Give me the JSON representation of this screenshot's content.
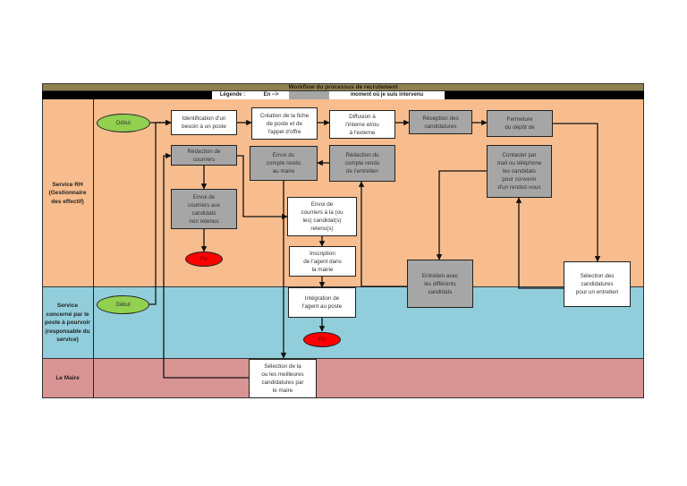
{
  "title": "Workflow du processus de recrutement",
  "legend": {
    "label": "Légende :",
    "arrow_text": "En -->",
    "swatch_color": "#a6a6a6",
    "description": "moment où je suis intervenu"
  },
  "colors": {
    "title_bar": "#8e8150",
    "lane_rh": "#f8bd8e",
    "lane_service": "#92cddc",
    "lane_maire": "#d99594",
    "intervened_box": "#a6a6a6",
    "start_node": "#92d050",
    "end_node": "#ff0000"
  },
  "lanes": [
    {
      "id": "rh",
      "label": "Service RH\n(Gestionnaire\ndes effectif)"
    },
    {
      "id": "service",
      "label": "Service\nconcerné par le\nposte à pourvoir\n(responsable du\nservice)"
    },
    {
      "id": "maire",
      "label": "Le Maire"
    }
  ],
  "nodes": {
    "debut_rh": {
      "label": "Début",
      "type": "start",
      "lane": "rh"
    },
    "identification": {
      "label": "Identification d'un\nbesoin à un poste",
      "type": "task",
      "intervened": false,
      "lane": "rh"
    },
    "creation_fiche": {
      "label": "Création de la fiche\nde poste et de\nl'appel d'offre",
      "type": "task",
      "intervened": false,
      "lane": "rh"
    },
    "diffusion": {
      "label": "Diffusion à\nl'interne et/ou\nà l'externe",
      "type": "task",
      "intervened": false,
      "lane": "rh"
    },
    "reception": {
      "label": "Réception des\ncandidatures",
      "type": "task",
      "intervened": true,
      "lane": "rh"
    },
    "fermeture": {
      "label": "Fermeture\ndu dépôt de",
      "type": "task",
      "intervened": true,
      "lane": "rh"
    },
    "redaction_courriers": {
      "label": "Rédaction de\ncourriers",
      "type": "task",
      "intervened": true,
      "lane": "rh"
    },
    "envoi_compte_rendu": {
      "label": "Envoi du\ncompte rendu\nau maire",
      "type": "task",
      "intervened": true,
      "lane": "rh"
    },
    "redaction_compte_rendu": {
      "label": "Rédaction du\ncompte rendu\nde l'entretien",
      "type": "task",
      "intervened": true,
      "lane": "rh"
    },
    "contacter": {
      "label": "Contacter par\nmail ou téléphone\nles candidats\npour convenir\nd'un rendez-vous",
      "type": "task",
      "intervened": true,
      "lane": "rh"
    },
    "envoi_non_retenus": {
      "label": "Envoi de\ncourriers aux\ncandidats\nnon retenus",
      "type": "task",
      "intervened": true,
      "lane": "rh"
    },
    "fin_rh": {
      "label": "Fin",
      "type": "end",
      "lane": "rh"
    },
    "envoi_retenus": {
      "label": "Envoi de\ncourriers à la (ou\nles) candidat(s)\nretenu(s)",
      "type": "task",
      "intervened": false,
      "lane": "rh"
    },
    "inscription": {
      "label": "Inscription\nde l'agent dans\nla mairie",
      "type": "task",
      "intervened": false,
      "lane": "rh"
    },
    "entretien": {
      "label": "Entretien avec\nles différents\ncandidats",
      "type": "task",
      "intervened": true,
      "lane": "rh"
    },
    "selection_entretien": {
      "label": "Sélection des\ncandidatures\npour un entretien",
      "type": "task",
      "intervened": false,
      "lane": "rh"
    },
    "debut_service": {
      "label": "Début",
      "type": "start",
      "lane": "service"
    },
    "integration": {
      "label": "Intégration de\nl'agent au poste",
      "type": "task",
      "intervened": false,
      "lane": "service"
    },
    "fin_service": {
      "label": "Fin",
      "type": "end",
      "lane": "service"
    },
    "selection_maire": {
      "label": "Sélection de la\nou les meilleures\ncandidatures par\nle maire",
      "type": "task",
      "intervened": false,
      "lane": "maire"
    }
  },
  "edges": [
    [
      "debut_rh",
      "identification"
    ],
    [
      "debut_service",
      "identification"
    ],
    [
      "identification",
      "creation_fiche"
    ],
    [
      "creation_fiche",
      "diffusion"
    ],
    [
      "diffusion",
      "reception"
    ],
    [
      "reception",
      "fermeture"
    ],
    [
      "fermeture",
      "selection_entretien"
    ],
    [
      "selection_entretien",
      "contacter"
    ],
    [
      "contacter",
      "entretien"
    ],
    [
      "entretien",
      "redaction_compte_rendu"
    ],
    [
      "redaction_compte_rendu",
      "envoi_compte_rendu"
    ],
    [
      "envoi_compte_rendu",
      "selection_maire"
    ],
    [
      "selection_maire",
      "redaction_courriers"
    ],
    [
      "redaction_courriers",
      "envoi_non_retenus"
    ],
    [
      "envoi_non_retenus",
      "fin_rh"
    ],
    [
      "redaction_courriers",
      "envoi_retenus"
    ],
    [
      "envoi_retenus",
      "inscription"
    ],
    [
      "inscription",
      "integration"
    ],
    [
      "integration",
      "fin_service"
    ]
  ]
}
